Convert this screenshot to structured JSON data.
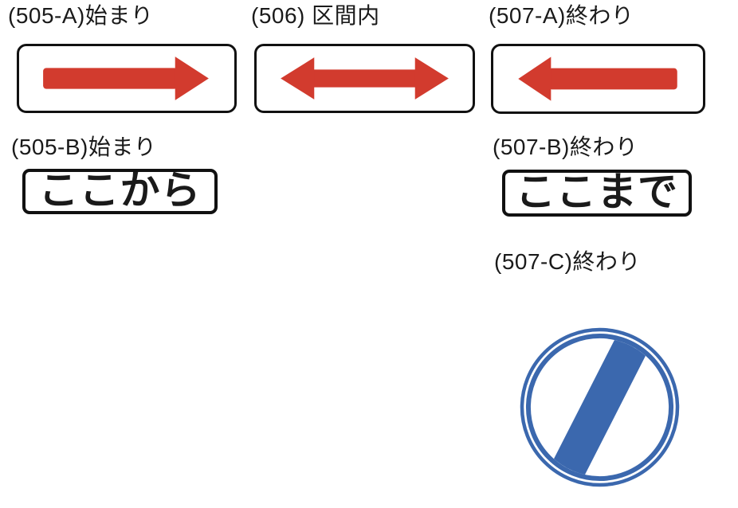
{
  "colors": {
    "red": "#d23b2e",
    "blue": "#3b68ae",
    "ink": "#1a1a1a",
    "border": "#111111"
  },
  "signs": [
    {
      "id": "505-A",
      "label": "(505-A)始まり",
      "plate": "arrow-right"
    },
    {
      "id": "506",
      "label": "(506) 区間内",
      "plate": "arrow-both"
    },
    {
      "id": "507-A",
      "label": "(507-A)終わり",
      "plate": "arrow-left"
    },
    {
      "id": "505-B",
      "label": "(505-B)始まり",
      "plate": "text",
      "text": "ここから"
    },
    {
      "id": "507-B",
      "label": "(507-B)終わり",
      "plate": "text",
      "text": "ここまで"
    },
    {
      "id": "507-C",
      "label": "(507-C)終わり",
      "plate": "end-of-restriction-circle"
    }
  ]
}
